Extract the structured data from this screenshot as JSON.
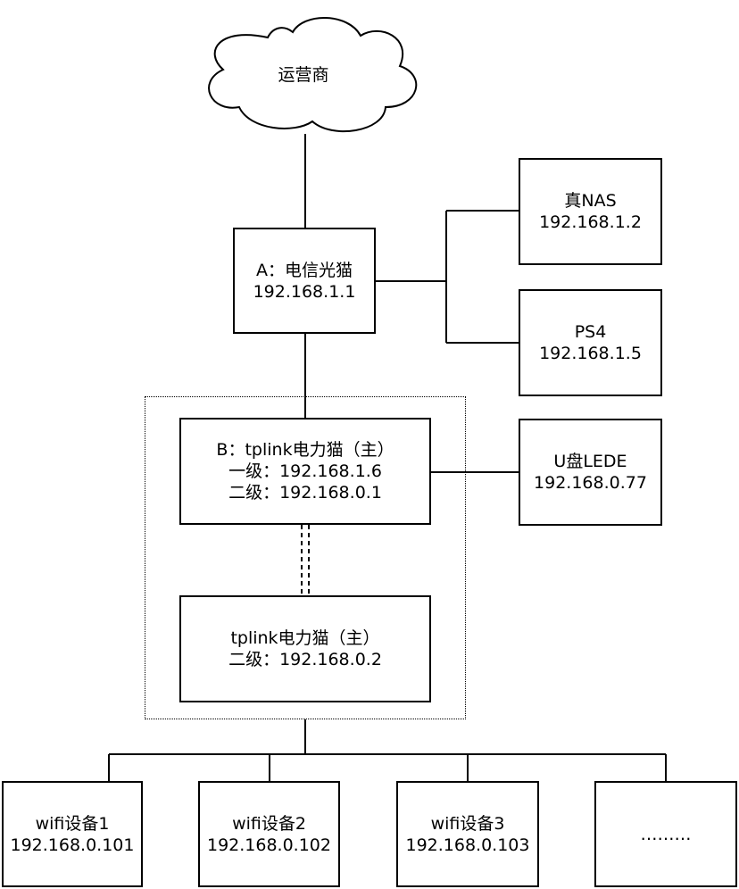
{
  "cloud": {
    "label": "运营商"
  },
  "modem_a": {
    "line1": "A：电信光猫",
    "line2": "192.168.1.1"
  },
  "nas": {
    "line1": "真NAS",
    "line2": "192.168.1.2"
  },
  "ps4": {
    "line1": "PS4",
    "line2": "192.168.1.5"
  },
  "plc_main": {
    "line1": "B：tplink电力猫（主）",
    "line2": "一级：192.168.1.6",
    "line3": "二级：192.168.0.1"
  },
  "usb_lede": {
    "line1": "U盘LEDE",
    "line2": "192.168.0.77"
  },
  "plc_sub": {
    "line1": "tplink电力猫（主）",
    "line2": "二级：192.168.0.2"
  },
  "devices": [
    {
      "line1": "wifi设备1",
      "line2": "192.168.0.101"
    },
    {
      "line1": "wifi设备2",
      "line2": "192.168.0.102"
    },
    {
      "line1": "wifi设备3",
      "line2": "192.168.0.103"
    },
    {
      "line1": "",
      "line2": "………"
    }
  ]
}
